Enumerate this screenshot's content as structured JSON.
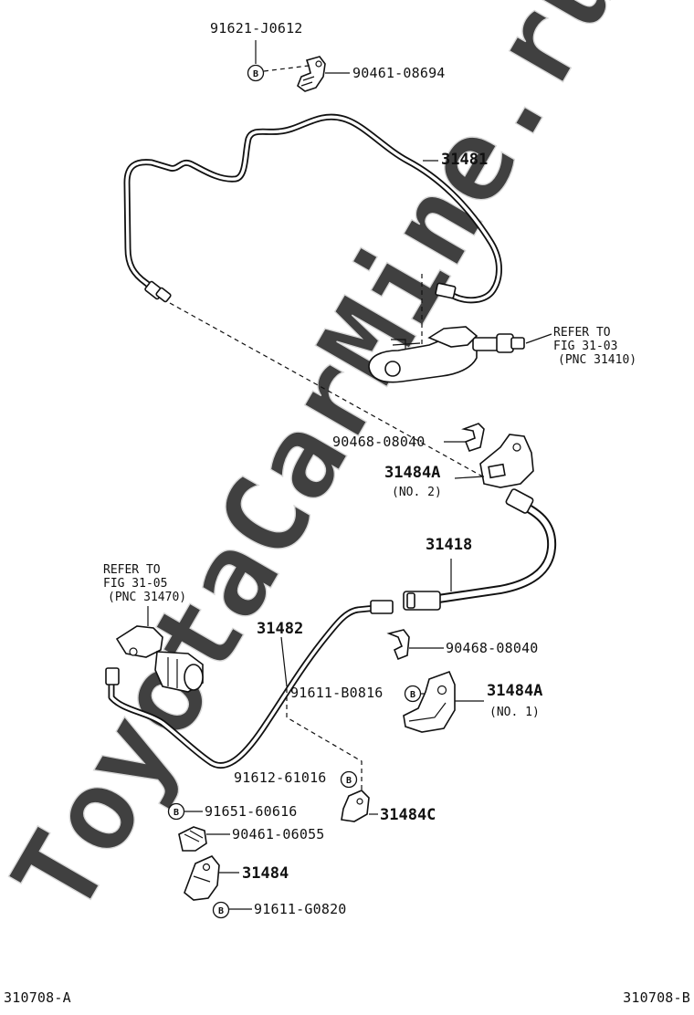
{
  "watermark": "ToyotaCarMine.ru",
  "footer": {
    "left_code": "310708-A",
    "right_code": "310708-B"
  },
  "callouts": {
    "c_91621_J0612": "91621-J0612",
    "c_90461_08694": "90461-08694",
    "c_31481": "31481",
    "c_90468_08040_top": "90468-08040",
    "c_31484A_no2": "31484A",
    "c_no2": "(NO. 2)",
    "c_31418": "31418",
    "c_31482": "31482",
    "c_90468_08040_mid": "90468-08040",
    "c_91611_B0816": "91611-B0816",
    "c_31484A_no1": "31484A",
    "c_no1": "(NO. 1)",
    "c_91612_61016": "91612-61016",
    "c_31484C": "31484C",
    "c_91651_60616": "91651-60616",
    "c_90461_06055": "90461-06055",
    "c_31484": "31484",
    "c_91611_G0820": "91611-G0820"
  },
  "refer_top": {
    "line1": "REFER TO",
    "line2": "FIG 31-03",
    "line3": "(PNC 31410)"
  },
  "refer_left": {
    "line1": "REFER TO",
    "line2": "FIG 31-05",
    "line3": "(PNC 31470)"
  },
  "bolt_mark": "B",
  "icons": [
    "bolt-marker-icon"
  ]
}
